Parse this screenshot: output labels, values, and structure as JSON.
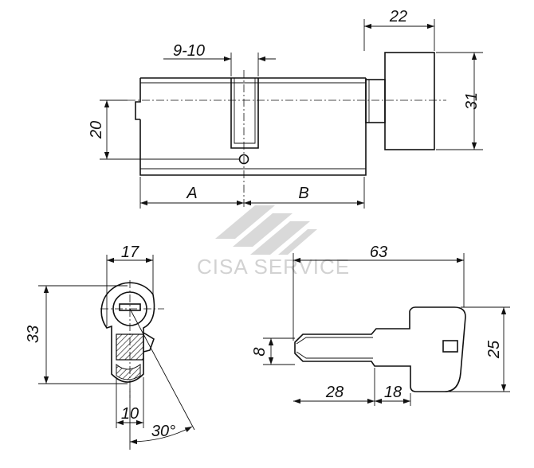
{
  "colors": {
    "line": "#111111",
    "hatch": "#111111",
    "watermark": "#d2d2d2",
    "background": "#ffffff"
  },
  "watermark": {
    "text": "CISA SERVICE"
  },
  "dimensions": {
    "knob_width": "22",
    "cam_gap": "9-10",
    "knob_height": "31",
    "body_height": "20",
    "length_a": "A",
    "length_b": "B",
    "profile_width": "17",
    "profile_height": "33",
    "cam_width": "10",
    "cam_angle": "30°",
    "key_length": "63",
    "blade_height": "8",
    "key_head_height": "25",
    "blade_length": "28",
    "shoulder_length": "18"
  }
}
